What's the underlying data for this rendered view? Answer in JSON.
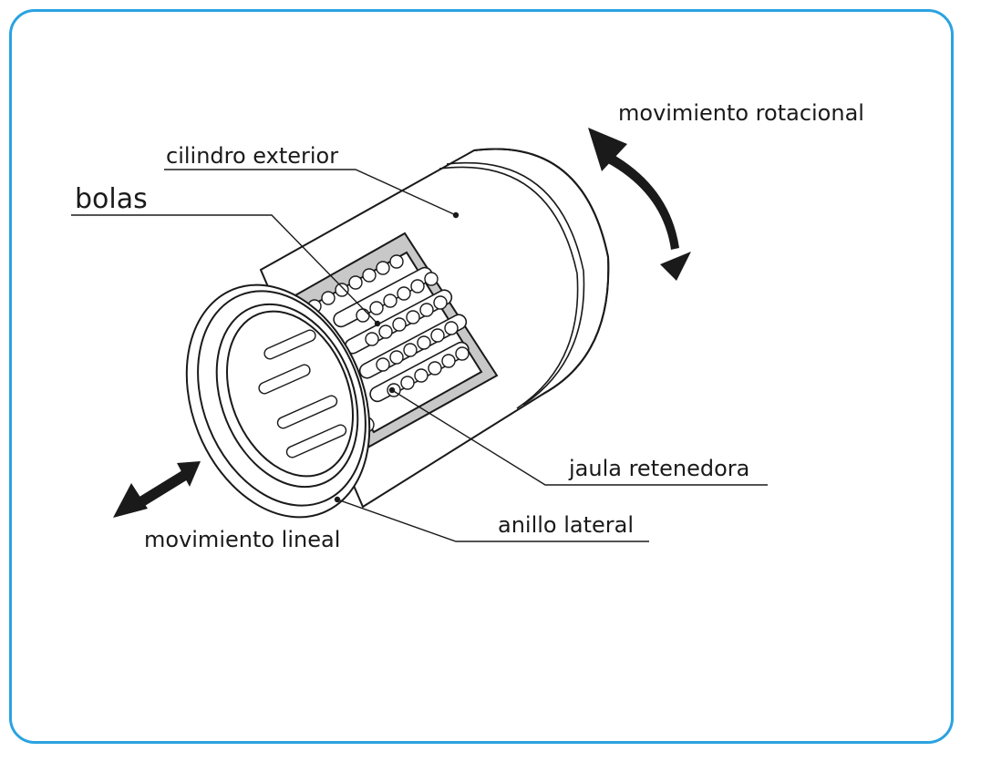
{
  "labels": {
    "outer_cylinder": "cilindro exterior",
    "balls": "bolas",
    "rotational_motion": "movimiento rotacional",
    "retainer_cage": "jaula retenedora",
    "side_ring": "anillo lateral",
    "linear_motion": "movimiento lineal"
  },
  "colors": {
    "frame": "#2aa3e0",
    "line": "#1a1a1a",
    "cut_section": "#c8c8c8"
  }
}
